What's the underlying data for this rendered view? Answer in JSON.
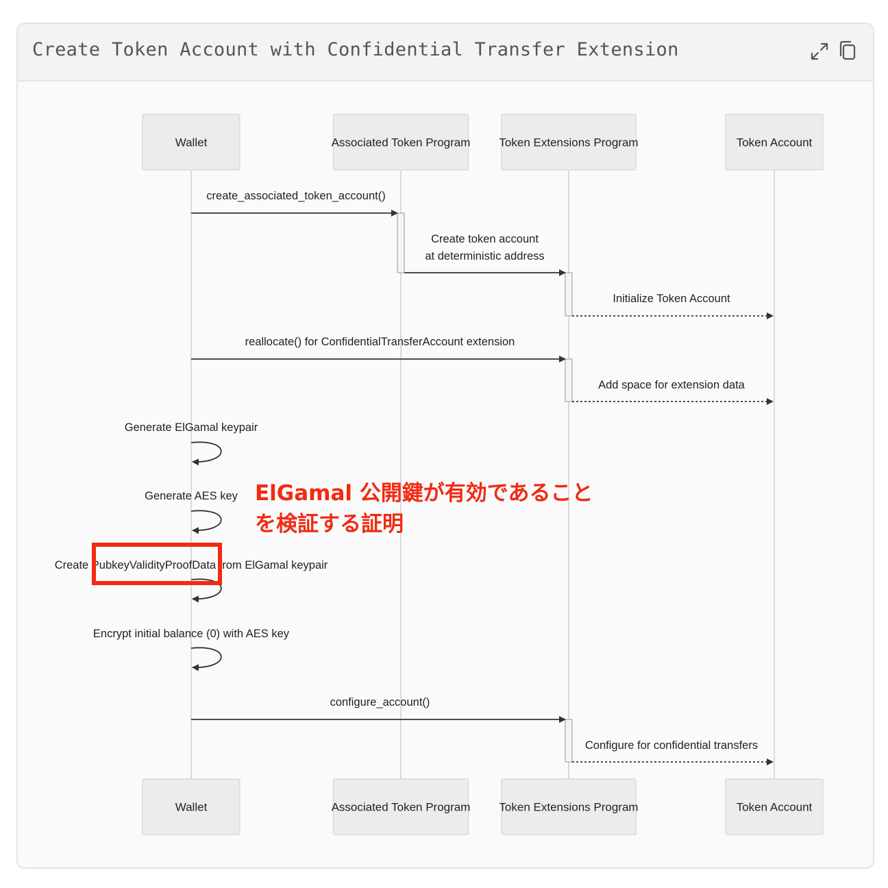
{
  "header": {
    "title": "Create Token Account with Confidential Transfer Extension",
    "expand_icon": "expand-icon",
    "copy_icon": "copy-icon"
  },
  "diagram": {
    "participants": [
      "Wallet",
      "Associated Token Program",
      "Token Extensions Program",
      "Token Account"
    ],
    "messages": [
      {
        "from": 0,
        "to": 1,
        "lines": [
          "create_associated_token_account()"
        ],
        "style": "solid"
      },
      {
        "from": 1,
        "to": 2,
        "lines": [
          "Create token account",
          "at deterministic address"
        ],
        "style": "solid"
      },
      {
        "from": 2,
        "to": 3,
        "lines": [
          "Initialize Token Account"
        ],
        "style": "dotted"
      },
      {
        "from": 0,
        "to": 2,
        "lines": [
          "reallocate() for ConfidentialTransferAccount extension"
        ],
        "style": "solid"
      },
      {
        "from": 2,
        "to": 3,
        "lines": [
          "Add space for extension data"
        ],
        "style": "dotted"
      },
      {
        "from": 0,
        "to": 0,
        "lines": [
          "Generate ElGamal keypair"
        ],
        "style": "self"
      },
      {
        "from": 0,
        "to": 0,
        "lines": [
          "Generate AES key"
        ],
        "style": "self"
      },
      {
        "from": 0,
        "to": 0,
        "lines": [
          "Create PubkeyValidityProofData from ElGamal keypair"
        ],
        "style": "self"
      },
      {
        "from": 0,
        "to": 0,
        "lines": [
          "Encrypt initial balance (0) with AES key"
        ],
        "style": "self"
      },
      {
        "from": 0,
        "to": 2,
        "lines": [
          "configure_account()"
        ],
        "style": "solid"
      },
      {
        "from": 2,
        "to": 3,
        "lines": [
          "Configure for confidential transfers"
        ],
        "style": "dotted"
      }
    ]
  },
  "annotation": {
    "note_lines": [
      "ElGamal 公開鍵が有効であること",
      "を検証する証明"
    ],
    "highlight_target": "PubkeyValidityProofData",
    "color": "#f22a12"
  },
  "colors": {
    "actor_fill": "#ececec",
    "actor_stroke": "#d4d4d4",
    "lifeline": "#cfcfcf",
    "arrow": "#333333",
    "highlight": "#f22a12"
  }
}
